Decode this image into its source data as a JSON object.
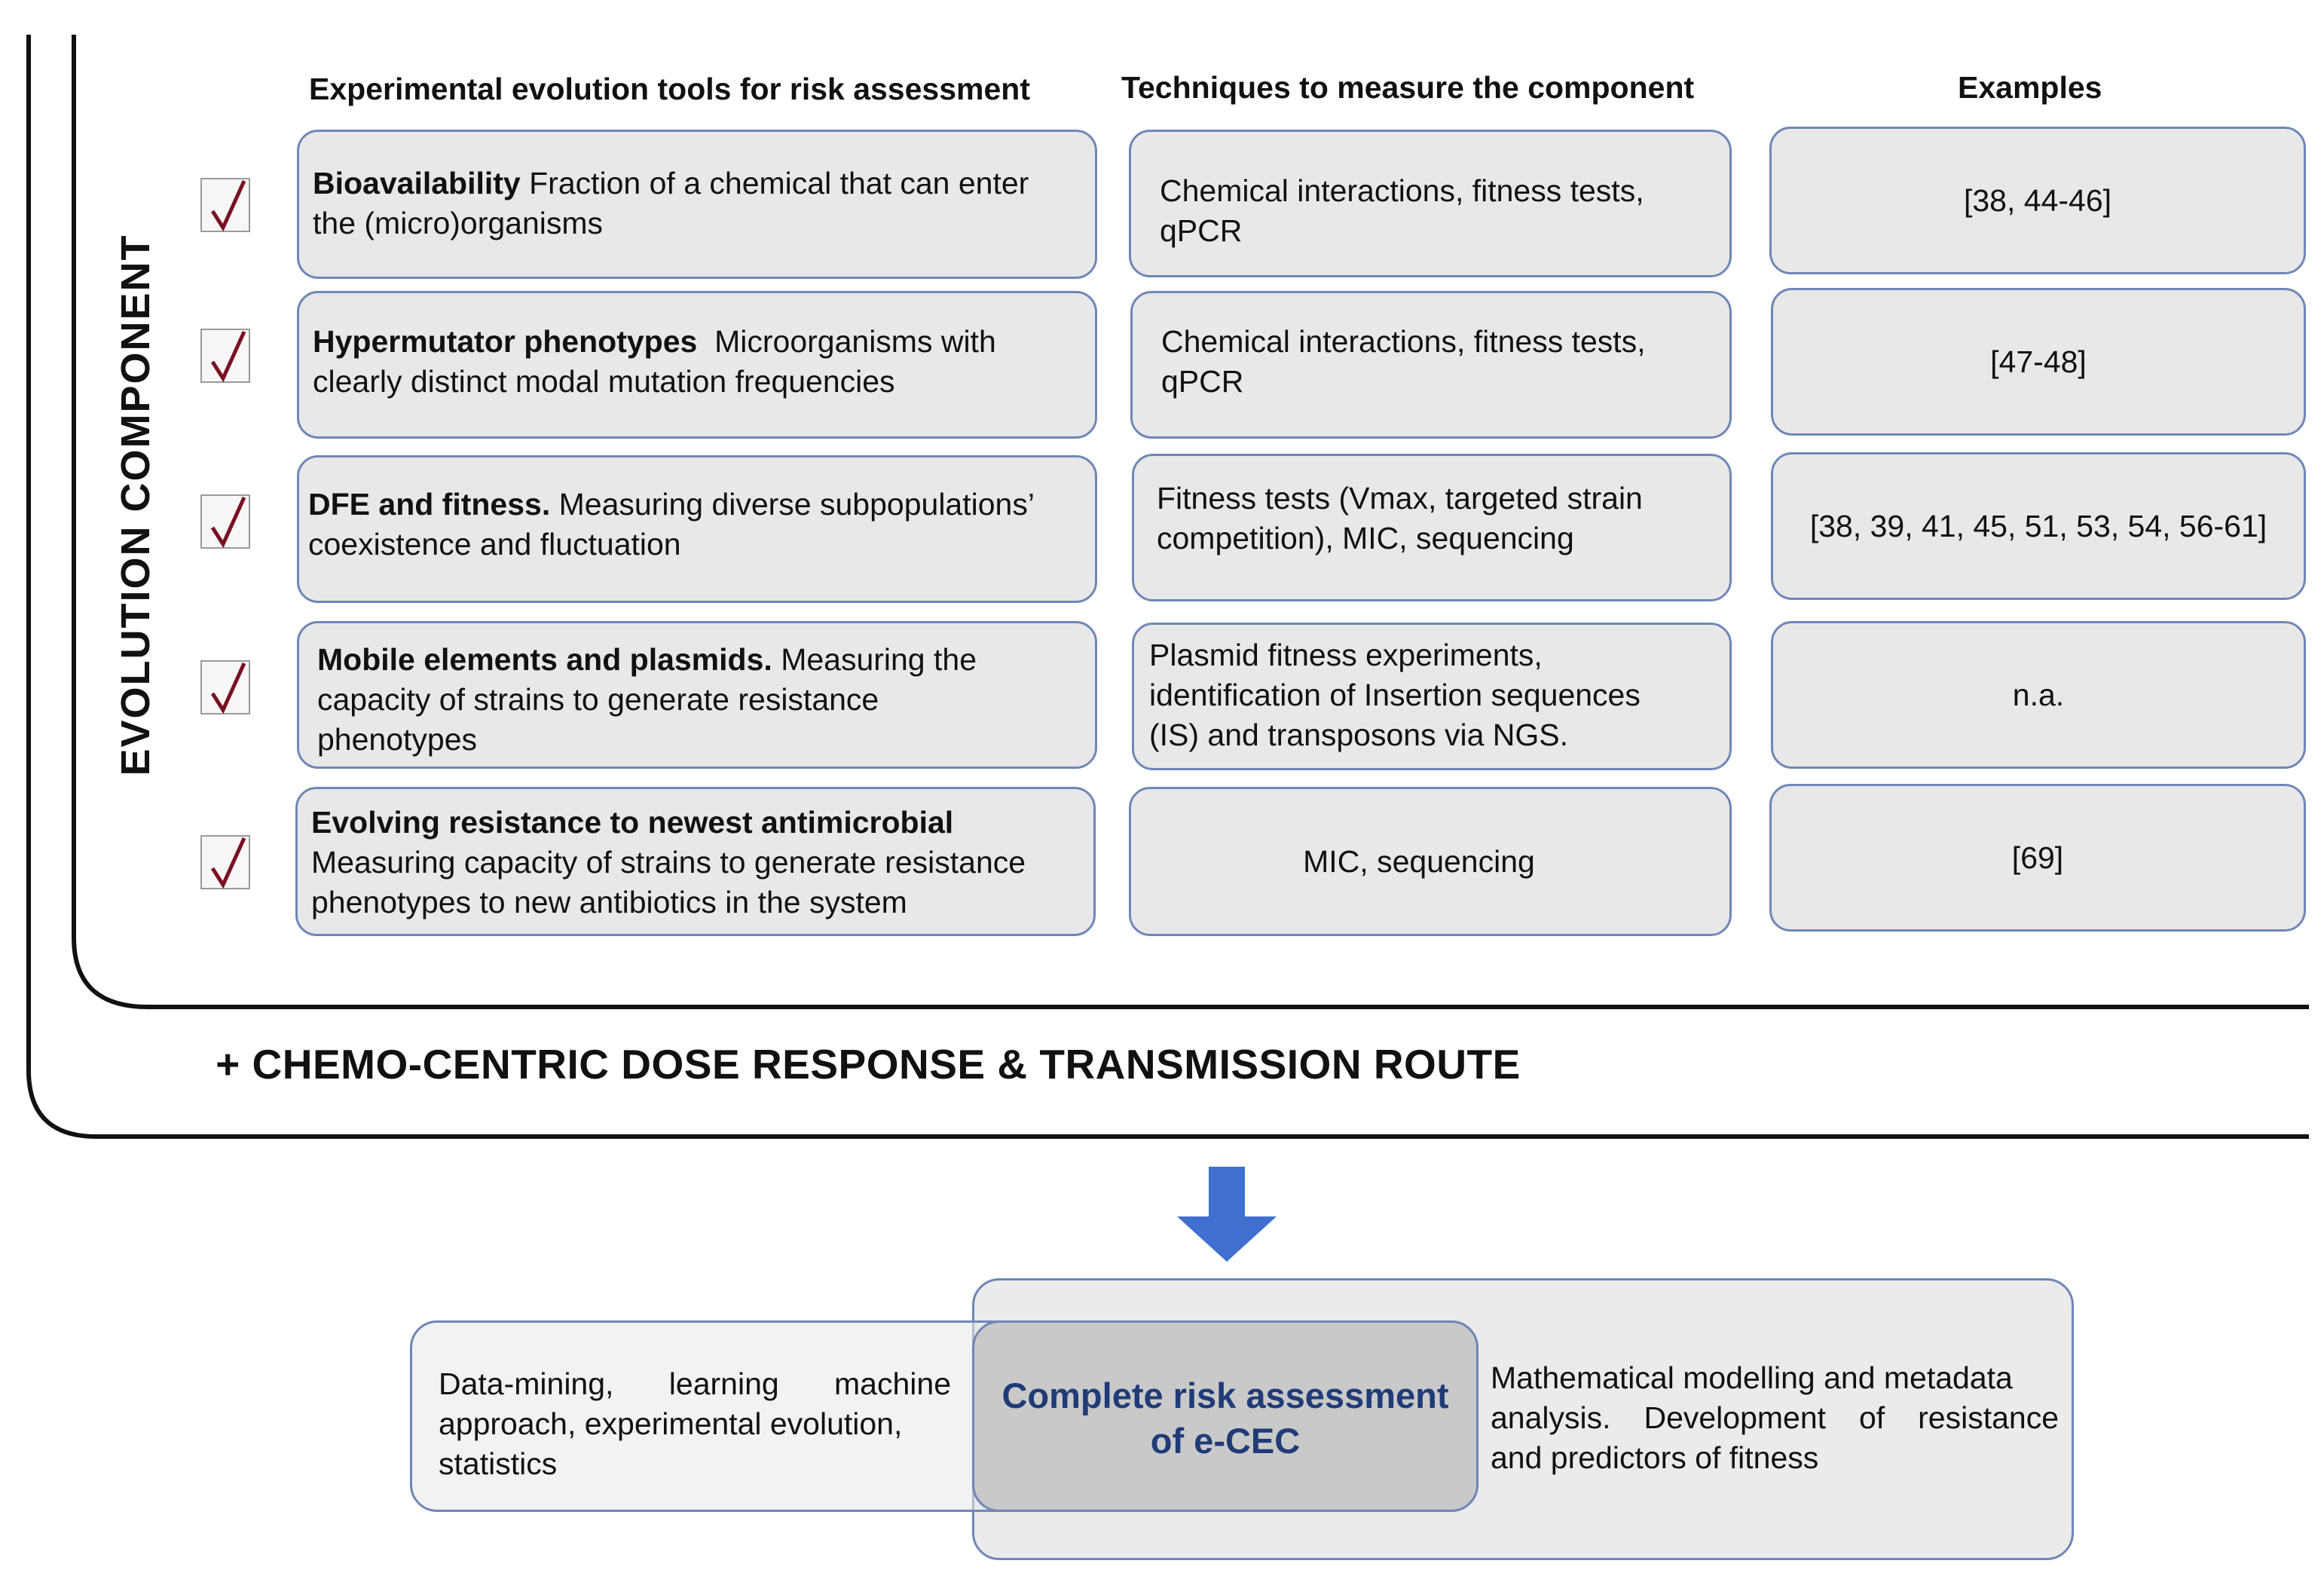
{
  "side_label": "EVOLUTION COMPONENT",
  "headers": {
    "col1": "Experimental evolution tools for risk assessment",
    "col2": "Techniques to measure the component",
    "col3": "Examples"
  },
  "rows": [
    {
      "title": "Bioavailability",
      "desc_lines": [
        "Fraction of  a chemical that can enter",
        "the (micro)organisms"
      ],
      "technique_lines": [
        "Chemical interactions, fitness tests,",
        "qPCR"
      ],
      "examples": "[38, 44-46]"
    },
    {
      "title": "Hypermutator phenotypes",
      "desc_lines": [
        "Microorganisms with",
        "clearly distinct modal mutation frequencies"
      ],
      "technique_lines": [
        "Chemical interactions, fitness tests,",
        "qPCR"
      ],
      "examples": "[47-48]"
    },
    {
      "title": "DFE and fitness.",
      "desc_lines": [
        "Measuring diverse subpopulations’",
        "coexistence and fluctuation"
      ],
      "technique_lines": [
        "Fitness tests (Vmax, targeted strain",
        "competition), MIC, sequencing"
      ],
      "examples": "[38, 39, 41, 45, 51, 53, 54, 56-61]"
    },
    {
      "title": "Mobile elements and plasmids.",
      "desc_lines": [
        "Measuring the",
        "capacity of strains to generate resistance",
        "phenotypes"
      ],
      "technique_lines": [
        "Plasmid fitness experiments,",
        "identification of Insertion sequences",
        "(IS) and transposons  via NGS."
      ],
      "examples": "n.a."
    },
    {
      "title": "Evolving resistance to newest antimicrobial",
      "desc_lines": [
        "Measuring capacity of strains to generate resistance",
        "phenotypes to new antibiotics in the system"
      ],
      "technique_lines": [
        "MIC, sequencing"
      ],
      "examples": "[69]"
    }
  ],
  "bottom_label": "+  CHEMO-CENTRIC DOSE RESPONSE & TRANSMISSION ROUTE",
  "outcome": {
    "left_lines": [
      "Data-mining,   learning   machine",
      "approach, experimental evolution,",
      "statistics"
    ],
    "center_lines": [
      "Complete risk assessment",
      "of e-CEC"
    ],
    "right_lines": [
      "Mathematical modelling and metadata",
      "analysis.  Development  of  resistance",
      "and predictors of fitness"
    ]
  },
  "colors": {
    "box_fill": "#e8e8e8",
    "box_border": "#6f87b7",
    "arrow": "#3f6fcf",
    "check": "#7a1020",
    "center_text": "#1f3b78"
  }
}
